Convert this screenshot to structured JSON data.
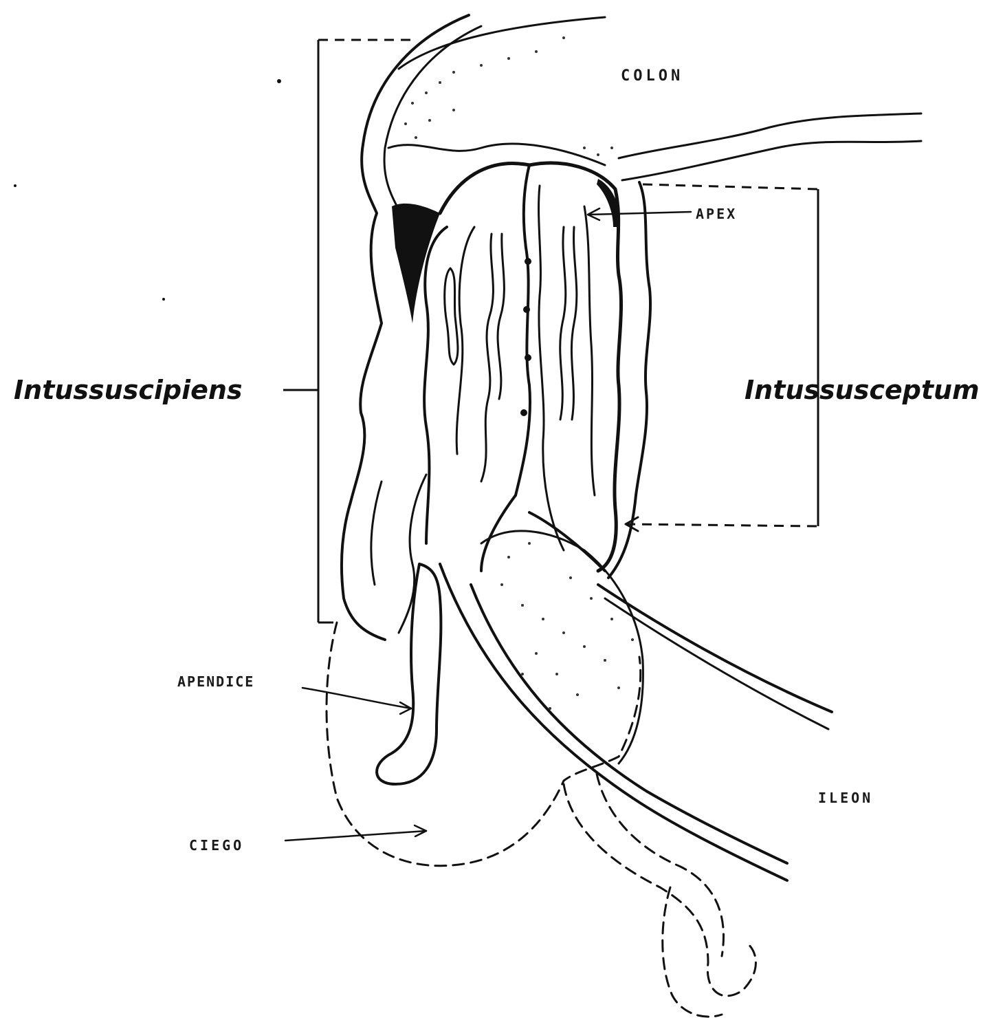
{
  "labels": {
    "colon": "COLON",
    "apex": "APEX",
    "intussuscipiens": "Intussuscipiens",
    "intussusceptum": "Intussusceptum",
    "apendice": "APENDICE",
    "ileon": "ILEON",
    "ciego": "CIEGO"
  },
  "colors": {
    "ink": "#111111",
    "background": "#ffffff"
  }
}
